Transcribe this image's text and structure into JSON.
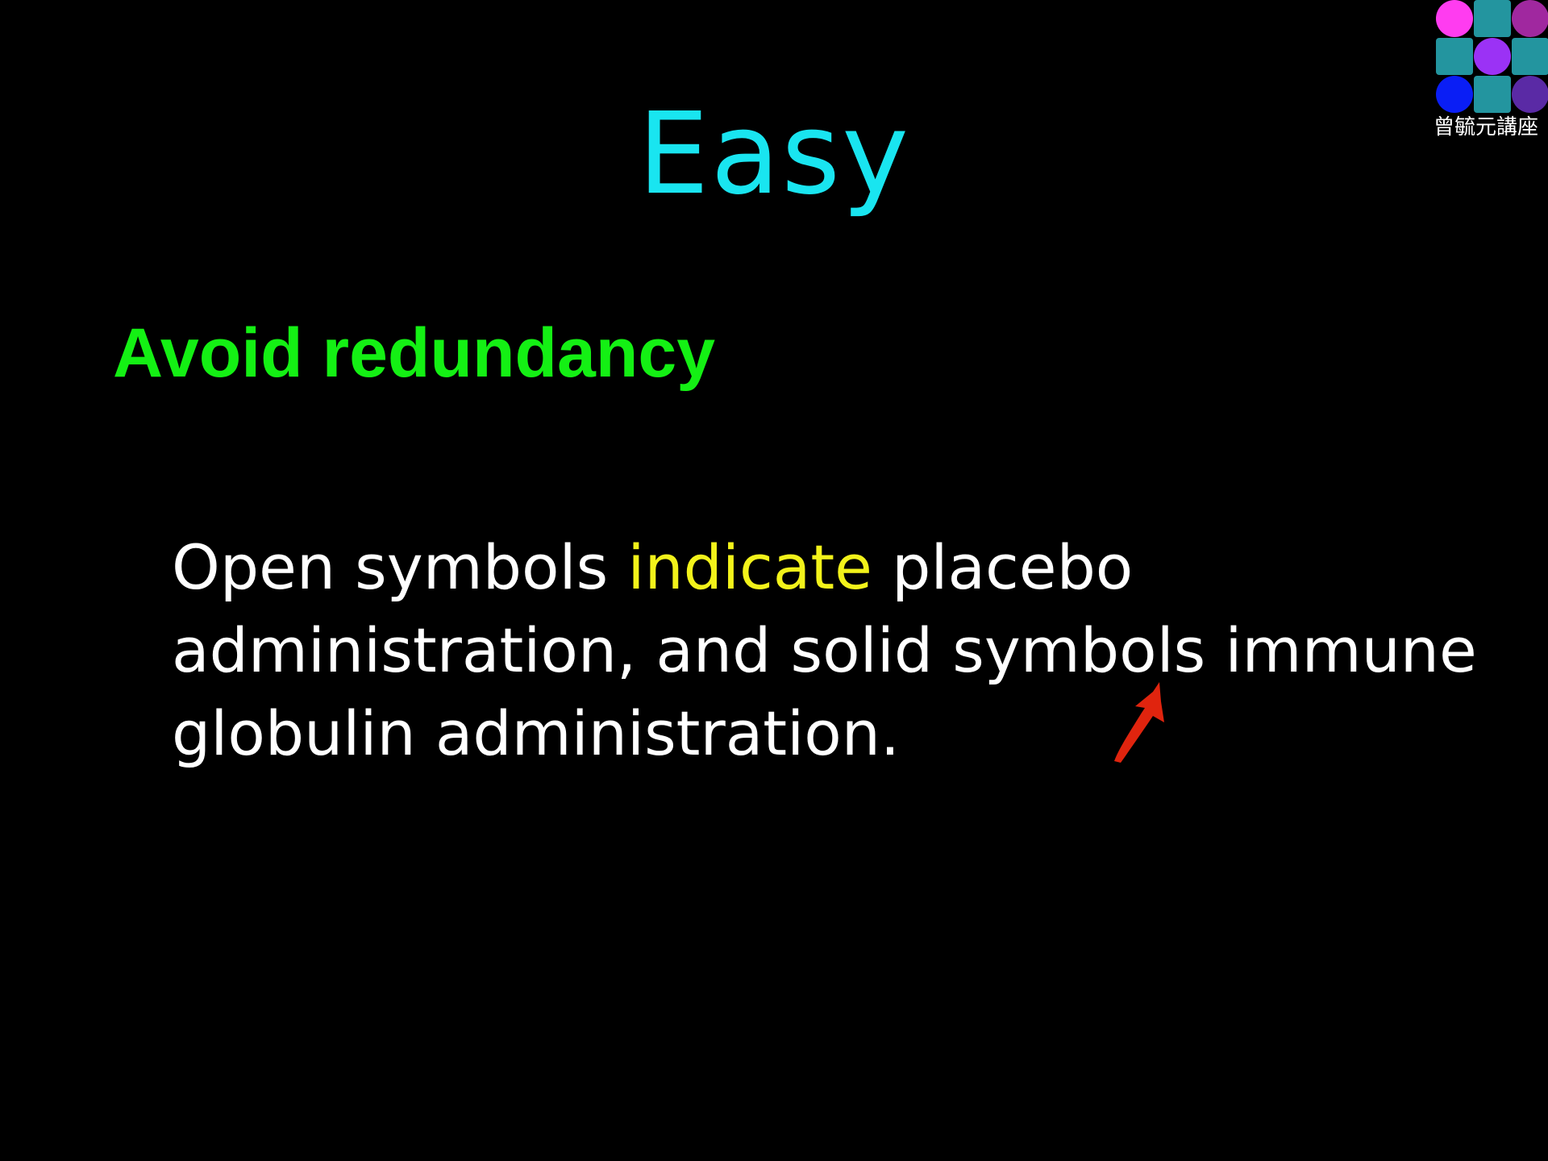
{
  "slide": {
    "title": "Easy",
    "subtitle": "Avoid redundancy",
    "body": {
      "line1_pre": "Open symbols ",
      "line1_highlight": "indicate",
      "line1_post": " placebo",
      "line2": "administration, and solid symbols immune",
      "line3": "globulin administration."
    }
  },
  "logo": {
    "caption": "曾毓元講座",
    "cells": [
      {
        "shape": "circle",
        "color": "#ff3cf0"
      },
      {
        "shape": "square",
        "color": "#23959f"
      },
      {
        "shape": "circle",
        "color": "#a0289f"
      },
      {
        "shape": "square",
        "color": "#23959f"
      },
      {
        "shape": "circle",
        "color": "#9b32f5"
      },
      {
        "shape": "square",
        "color": "#23959f"
      },
      {
        "shape": "circle",
        "color": "#0a1ef5"
      },
      {
        "shape": "square",
        "color": "#23959f"
      },
      {
        "shape": "circle",
        "color": "#5a2aa5"
      }
    ]
  },
  "colors": {
    "background": "#000000",
    "title": "#19e5f0",
    "subtitle": "#14f014",
    "body": "#ffffff",
    "highlight": "#f2f21a",
    "arrow": "#e0240e"
  }
}
